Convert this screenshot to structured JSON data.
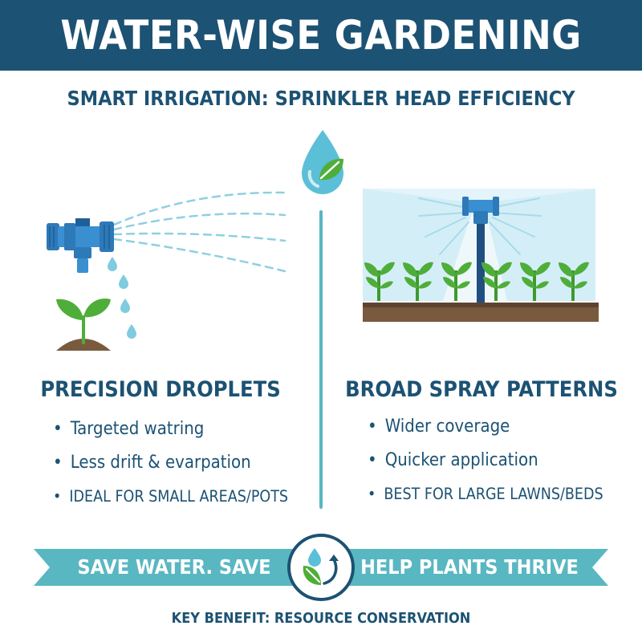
{
  "title": "WATER-WISE GARDENING",
  "subtitle": "SMART IRRIGATION: SPRINKLER HEAD EFFICIENCY",
  "left": {
    "heading": "PRECISION DROPLETS",
    "bullets": [
      "Targeted watring",
      "Less drift & evarpation",
      "IDEAL FOR SMALL AREAS/POTS"
    ]
  },
  "right": {
    "heading": "BROAD SPRAY PATTERNS",
    "bullets": [
      "Wider coverage",
      "Quicker application",
      "BEST FOR LARGE LAWNS/BEDS"
    ]
  },
  "banner": {
    "left_text": "SAVE WATER. SAVE MONEY.",
    "right_text": "HELP PLANTS THRIVE"
  },
  "footer": "KEY BENEFIT: RESOURCE CONSERVATION",
  "colors": {
    "navy": "#1c5273",
    "teal": "#59b7c2",
    "water": "#5bbfd8",
    "leaf": "#4fae3a",
    "soil": "#7a5a3e"
  },
  "icons": [
    "water-drop-leaf-icon",
    "precision-nozzle-icon",
    "seedling-icon",
    "broad-sprinkler-icon",
    "recycle-drop-leaf-icon"
  ]
}
